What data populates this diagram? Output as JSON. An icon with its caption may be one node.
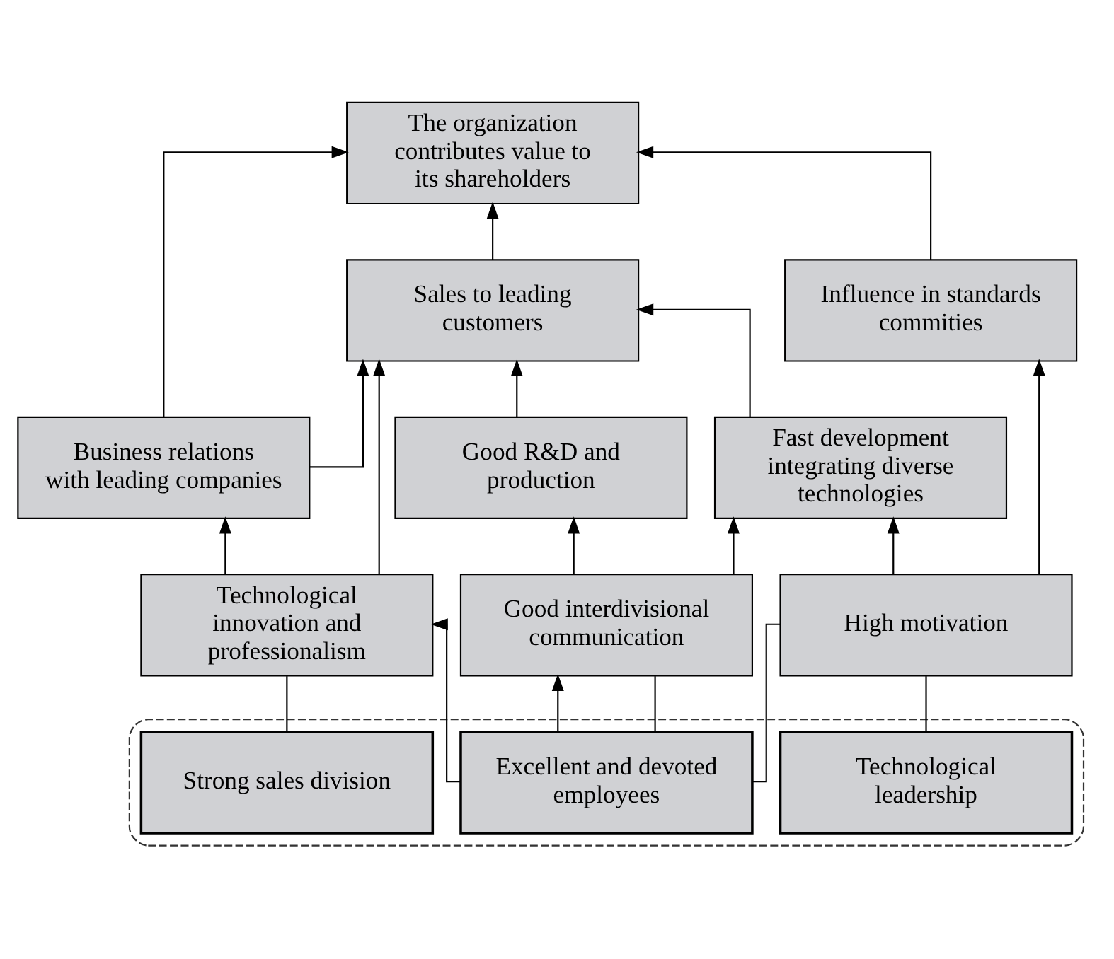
{
  "diagram": {
    "nodes": [
      {
        "text": [
          "The organization contributes value to its shareholders"
        ]
      },
      {
        "text": [
          "Sales to leading customers"
        ]
      },
      {
        "text": [
          "Influence in standards commities"
        ]
      },
      {
        "text": [
          "Business relations with leading companies"
        ]
      },
      {
        "text": [
          "Good R&D and production"
        ]
      },
      {
        "text": [
          "Fast development integrating diverse technologies"
        ]
      },
      {
        "text": [
          "Technological innovation and professionalism"
        ]
      },
      {
        "text": [
          "Good interdivisional communication"
        ]
      },
      {
        "text": [
          "High motivation"
        ]
      },
      {
        "text": [],
        "shape": "box"
      },
      {
        "text": [
          "Strong sales division"
        ],
        "in": 9
      },
      {
        "text": [
          "Excellent and devoted employees"
        ],
        "in": 9
      },
      {
        "text": [
          "Technological leadership"
        ],
        "in": 9
      }
    ],
    "edges": [
      {
        "from": 3,
        "to": 0,
        "arrow": "to"
      },
      {
        "from": 1,
        "to": 0,
        "arrow": "to"
      },
      {
        "from": 2,
        "to": 0,
        "arrow": "to"
      },
      {
        "from": 3,
        "to": 1,
        "arrow": "to"
      },
      {
        "from": 6,
        "to": 1,
        "arrow": "to"
      },
      {
        "from": 4,
        "to": 1,
        "arrow": "to"
      },
      {
        "from": 5,
        "to": 1,
        "arrow": "to"
      },
      {
        "from": 8,
        "to": 2,
        "arrow": "to"
      },
      {
        "from": 6,
        "to": 3,
        "arrow": "to"
      },
      {
        "from": 7,
        "to": 4,
        "arrow": "to"
      },
      {
        "from": 7,
        "to": 5,
        "arrow": "to"
      },
      {
        "from": 8,
        "to": 5,
        "arrow": "to"
      },
      {
        "from": 10,
        "to": 6,
        "arrow": "none"
      },
      {
        "from": 11,
        "to": 6,
        "arrow": "to"
      },
      {
        "from": 11,
        "to": 7,
        "arrow": "to"
      },
      {
        "from": 11,
        "to": 7,
        "arrow": "none"
      },
      {
        "from": 11,
        "to": 8,
        "arrow": "none"
      },
      {
        "from": 12,
        "to": 8,
        "arrow": "none"
      }
    ]
  }
}
